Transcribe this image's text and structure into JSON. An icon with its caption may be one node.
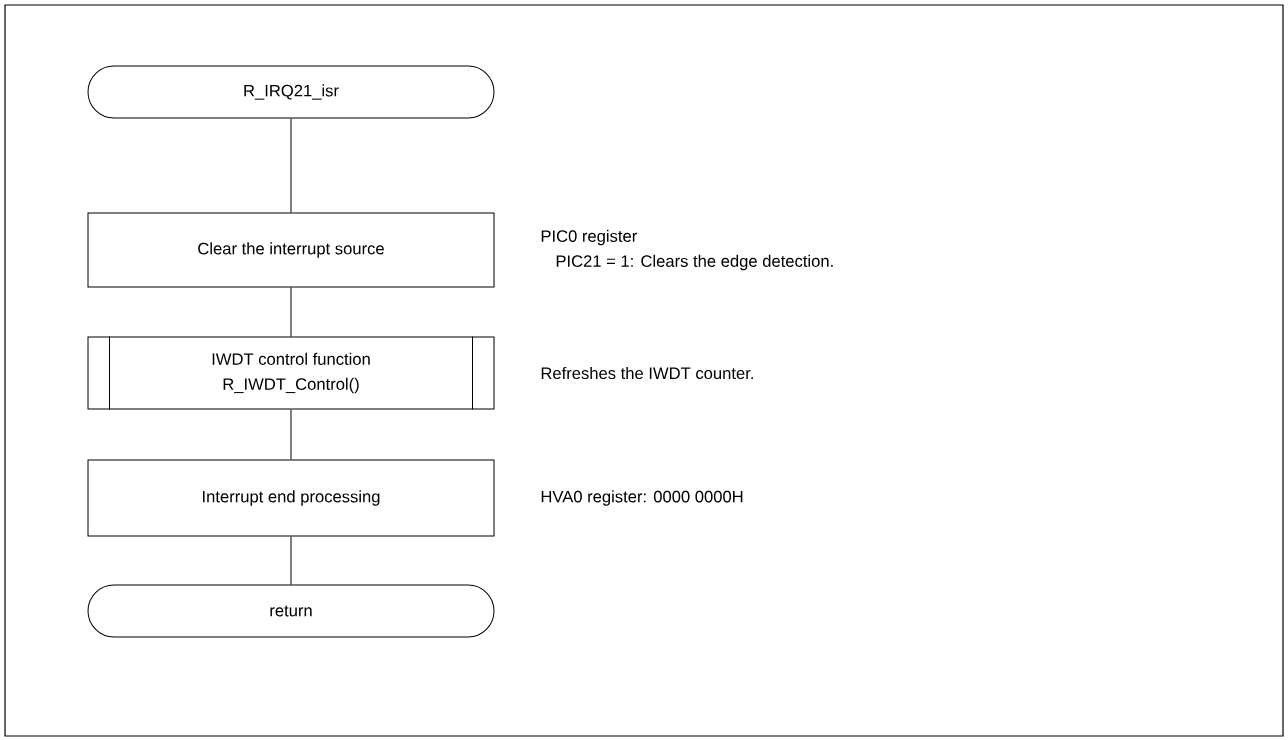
{
  "diagram": {
    "nodes": [
      {
        "text": [
          "R_IRQ21_isr"
        ]
      },
      {
        "text": [
          "Clear the interrupt source"
        ],
        "beside": [
          "PIC0 register",
          "PIC21 = 1: Clears the edge detection."
        ]
      },
      {
        "text": [
          "IWDT control function",
          "R_IWDT_Control()"
        ],
        "beside": [
          "Refreshes the IWDT counter."
        ]
      },
      {
        "text": [
          "Interrupt end processing"
        ],
        "beside": [
          "HVA0 register: 0000 0000H"
        ]
      },
      {
        "text": [
          "return"
        ]
      }
    ],
    "edges": [
      {
        "from": 0,
        "to": 1,
        "arrow": "none"
      },
      {
        "from": 1,
        "to": 2,
        "arrow": "none"
      },
      {
        "from": 2,
        "to": 3,
        "arrow": "none"
      },
      {
        "from": 3,
        "to": 4,
        "arrow": "none"
      }
    ]
  }
}
